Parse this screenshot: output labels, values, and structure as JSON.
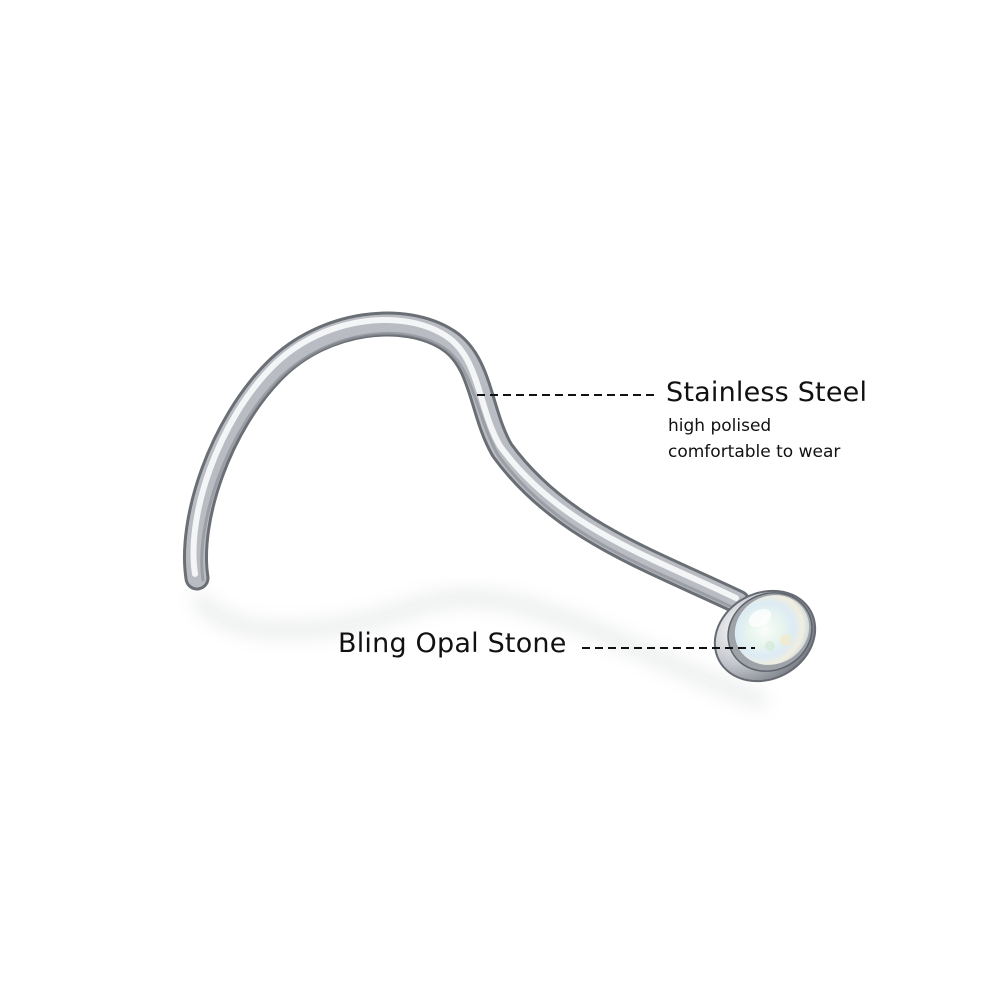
{
  "callouts": {
    "steel": {
      "title": "Stainless Steel",
      "line1": "high polised",
      "line2": "comfortable to wear"
    },
    "opal": {
      "title": "Bling Opal Stone"
    }
  },
  "colors": {
    "background": "#ffffff",
    "text": "#111111",
    "steel_light": "#f4f5f7",
    "steel_mid": "#b9bcc2",
    "steel_dark": "#6a6e75",
    "opal": "#e6f2ee"
  }
}
